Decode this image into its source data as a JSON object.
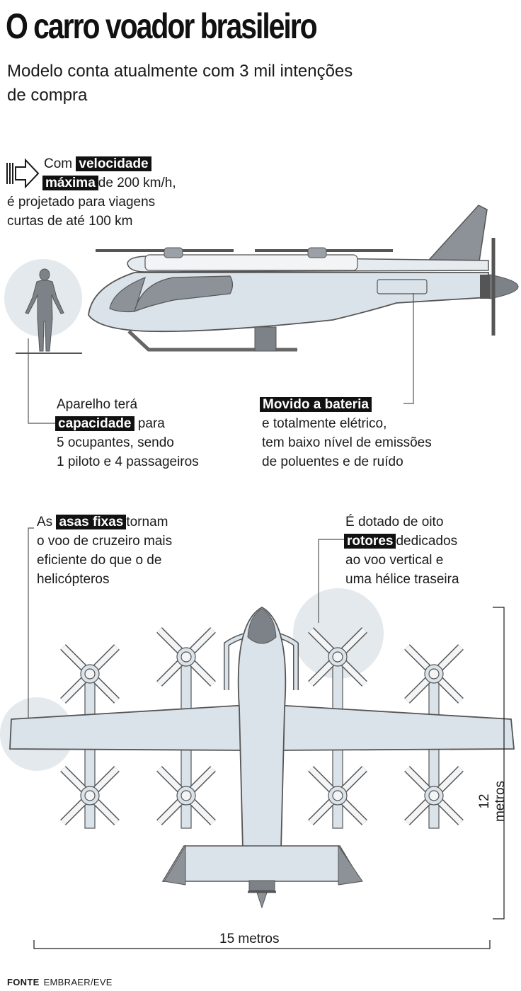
{
  "header": {
    "title": "O carro voador brasileiro",
    "subtitle": "Modelo conta atualmente com 3 mil intenções de compra"
  },
  "callouts": {
    "speed": {
      "pre": "Com",
      "hl1": "velocidade",
      "hl2": "máxima",
      "post": "de 200 km/h,",
      "line2": "é projetado para viagens",
      "line3": "curtas de até 100 km"
    },
    "capacity": {
      "line1": "Aparelho terá",
      "hl": "capacidade",
      "post": "para",
      "line3": "5 ocupantes, sendo",
      "line4": "1 piloto e 4 passageiros"
    },
    "battery": {
      "hl": "Movido a bateria",
      "line2": "e totalmente elétrico,",
      "line3": "tem baixo nível de emissões",
      "line4": "de poluentes e de ruído"
    },
    "wings": {
      "pre": "As",
      "hl": "asas fixas",
      "post": "tornam",
      "line2": "o voo de cruzeiro mais",
      "line3": "eficiente do que o de",
      "line4": "helicópteros"
    },
    "rotors": {
      "line1": "É dotado de oito",
      "hl": "rotores",
      "post": "dedicados",
      "line3": "ao voo vertical e",
      "line4": "uma hélice traseira"
    }
  },
  "dimensions": {
    "width": "15 metros",
    "length": "12 metros"
  },
  "source": {
    "label": "FONTE",
    "value": "EMBRAER/EVE"
  },
  "colors": {
    "body": "#dbe3ea",
    "dark": "#7c8287",
    "highlight": "#111111",
    "circle": "#e4e9ed"
  }
}
